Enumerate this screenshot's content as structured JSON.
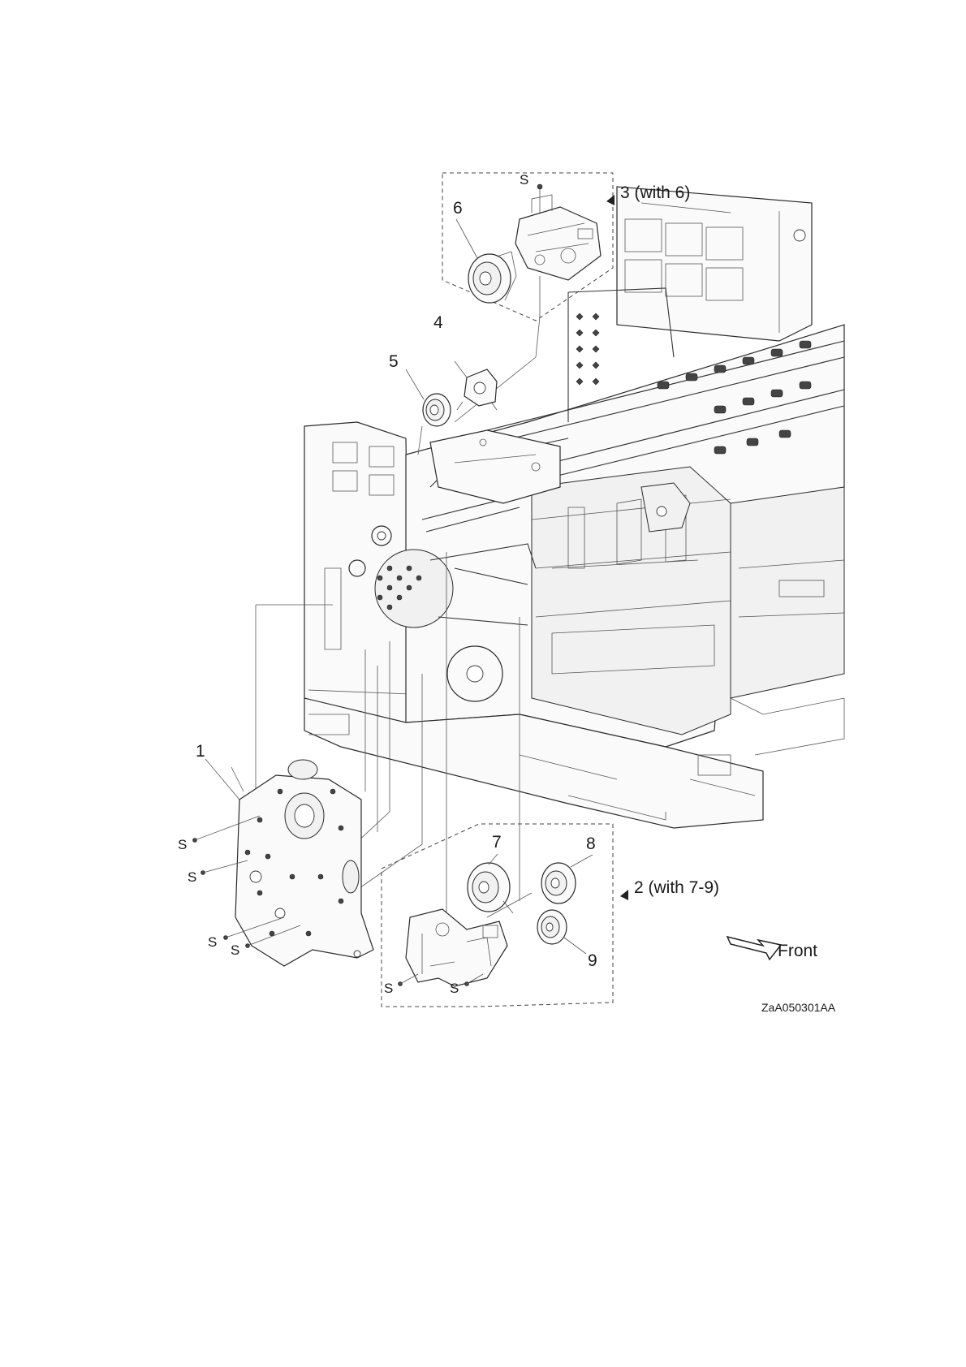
{
  "callouts": {
    "c1": "1",
    "c2": "2 (with 7-9)",
    "c3": "3 (with 6)",
    "c4": "4",
    "c5": "5",
    "c6": "6",
    "c7": "7",
    "c8": "8",
    "c9": "9"
  },
  "screw_label": "S",
  "direction_label": "Front",
  "figure_code": "ZaA050301AA"
}
